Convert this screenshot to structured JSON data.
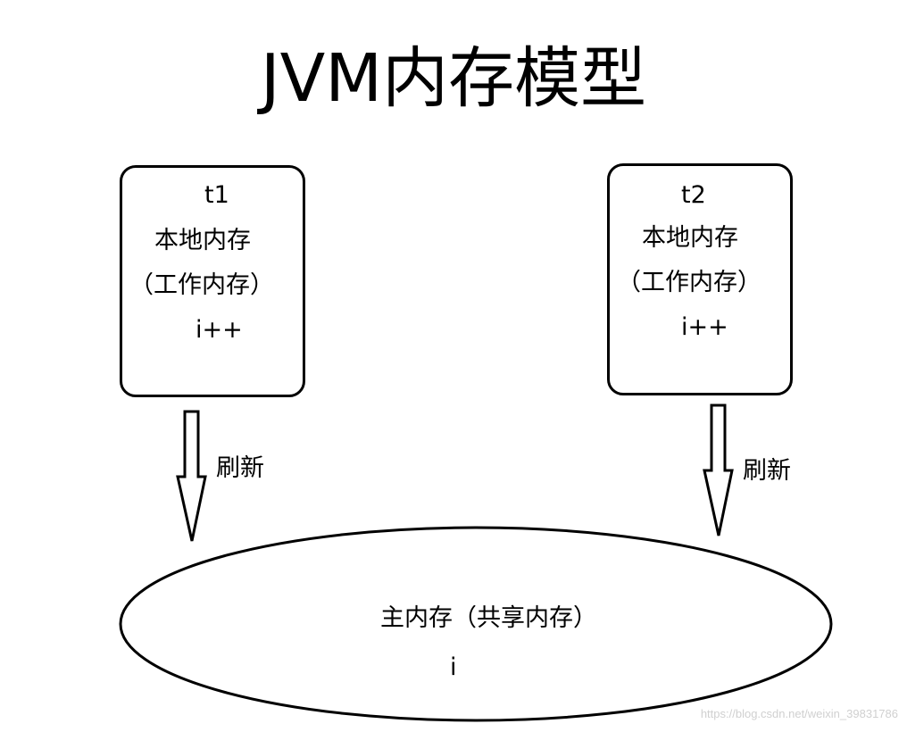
{
  "title": "JVM内存模型",
  "thread1": {
    "name": "t1",
    "line1": "本地内存",
    "line2": "（工作内存）",
    "op": "i++"
  },
  "thread2": {
    "name": "t2",
    "line1": "本地内存",
    "line2": "（工作内存）",
    "op": "i++"
  },
  "arrow1_label": "刷新",
  "arrow2_label": "刷新",
  "main_memory": {
    "label": "主内存（共享内存）",
    "var": "i"
  },
  "watermark": "https://blog.csdn.net/weixin_39831786"
}
